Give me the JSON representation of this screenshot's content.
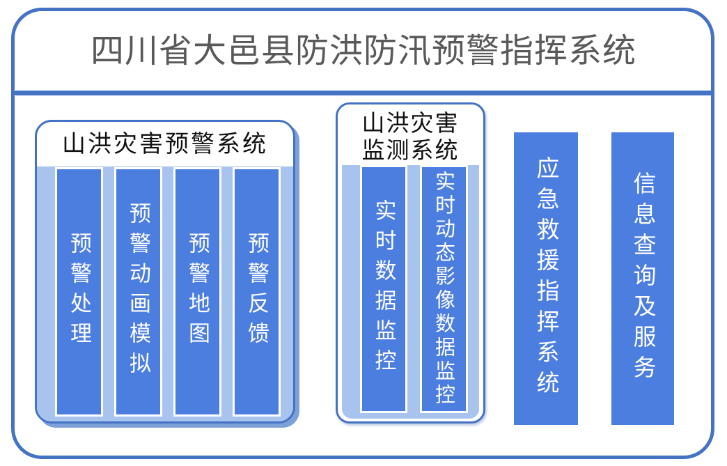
{
  "title": {
    "text": "四川省大邑县防洪防汛预警指挥系统"
  },
  "colors": {
    "frame_blue": "#4472C4",
    "bar_blue": "#4C7EE0",
    "panel_light_blue": "#A8C4EE",
    "panel_shadow_blue": "#7EA0D8",
    "title_gray": "#595959",
    "bar_text_white": "#FFFFFF",
    "header_text_black": "#111111"
  },
  "panels": {
    "warning": {
      "header": "山洪灾害预警系统",
      "bars": [
        "预警处理",
        "预警动画模拟",
        "预警地图",
        "预警反馈"
      ]
    },
    "monitoring": {
      "header": "山洪灾害监测系统",
      "bars": [
        "实时数据监控",
        "实时动态影像数据监控"
      ]
    }
  },
  "standalone_bars": [
    "应急救援指挥系统",
    "信息查询及服务"
  ]
}
